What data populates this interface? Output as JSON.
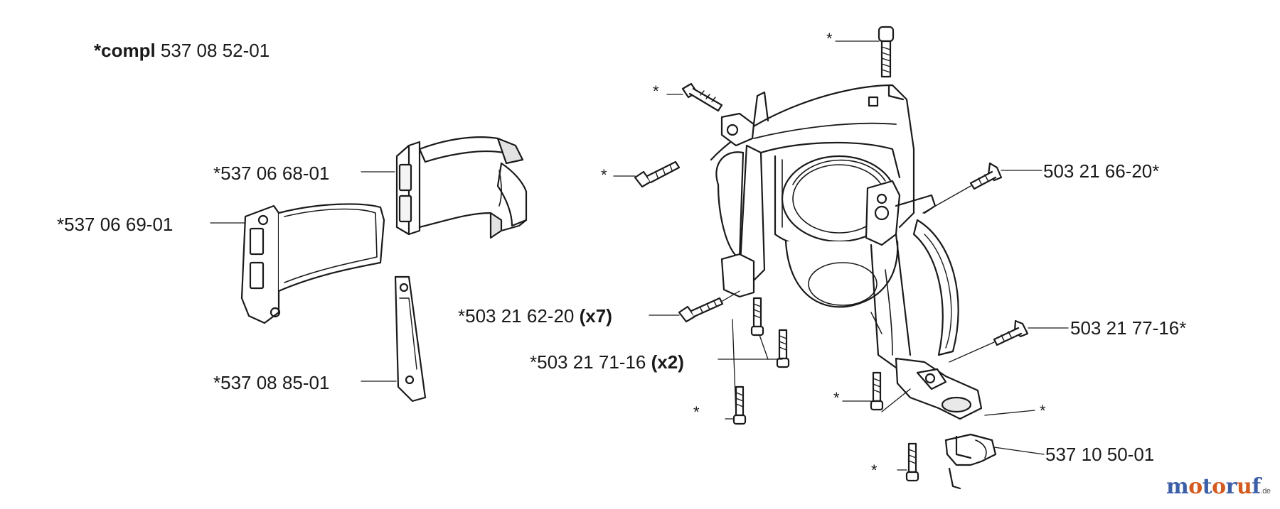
{
  "header": {
    "compl_prefix": "*compl",
    "compl_number": "537 08 52-01"
  },
  "labels": {
    "p1": "*537 06 68-01",
    "p2": "*537 06 69-01",
    "p3": "*537 08 85-01",
    "p4_num": "*503 21 62-20",
    "p4_qty": "(x7)",
    "p5_num": "*503 21 71-16",
    "p5_qty": "(x2)",
    "p6": "503 21 66-20*",
    "p7": "503 21 77-16*",
    "p8": "537 10 50-01"
  },
  "marker": "*",
  "watermark": {
    "main": "motoruf",
    "suffix": ".de",
    "color_main": "#3d5fa8",
    "color_accent": "#d45a1f"
  }
}
